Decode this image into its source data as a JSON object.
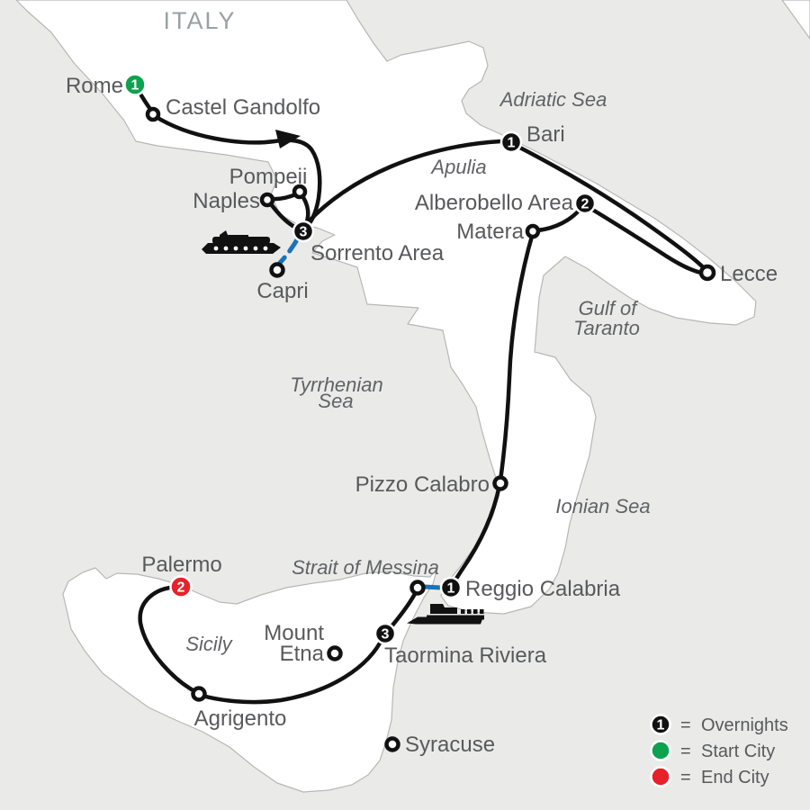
{
  "map": {
    "country_label": "ITALY",
    "sea_labels": {
      "adriatic": "Adriatic Sea",
      "apulia": "Apulia",
      "gulf_taranto": [
        "Gulf of",
        "Taranto"
      ],
      "tyrrhenian": [
        "Tyrrhenian",
        "Sea"
      ],
      "ionian": "Ionian Sea",
      "strait_messina": "Strait of Messina",
      "sicily": "Sicily"
    },
    "stops": {
      "rome": {
        "name": "Rome",
        "nights": "1",
        "type": "start"
      },
      "castel_gandolfo": {
        "name": "Castel Gandolfo"
      },
      "pompeii": {
        "name": "Pompeii"
      },
      "naples": {
        "name": "Naples"
      },
      "sorrento": {
        "name": "Sorrento Area",
        "nights": "3"
      },
      "capri": {
        "name": "Capri"
      },
      "bari": {
        "name": "Bari",
        "nights": "1"
      },
      "alberobello": {
        "name": "Alberobello Area",
        "nights": "2"
      },
      "matera": {
        "name": "Matera"
      },
      "lecce": {
        "name": "Lecce"
      },
      "pizzo": {
        "name": "Pizzo Calabro"
      },
      "reggio": {
        "name": "Reggio Calabria",
        "nights": "1"
      },
      "taormina": {
        "name": "Taormina Riviera",
        "nights": "3"
      },
      "etna": {
        "name_lines": [
          "Mount",
          "Etna"
        ]
      },
      "palermo": {
        "name": "Palermo",
        "nights": "2",
        "type": "end"
      },
      "agrigento": {
        "name": "Agrigento"
      },
      "syracuse": {
        "name": "Syracuse"
      }
    }
  },
  "legend": {
    "overnights_symbol": "1",
    "rows": [
      {
        "eq": "=",
        "label": "Overnights"
      },
      {
        "eq": "=",
        "label": "Start City"
      },
      {
        "eq": "=",
        "label": "End City"
      }
    ]
  },
  "colors": {
    "route": "#111111",
    "overnight_marker": "#111111",
    "start_city": "#0ca24f",
    "end_city": "#e8202a",
    "ferry": "#1a72b9",
    "sea": "#eaebe9",
    "land": "#ffffff"
  }
}
